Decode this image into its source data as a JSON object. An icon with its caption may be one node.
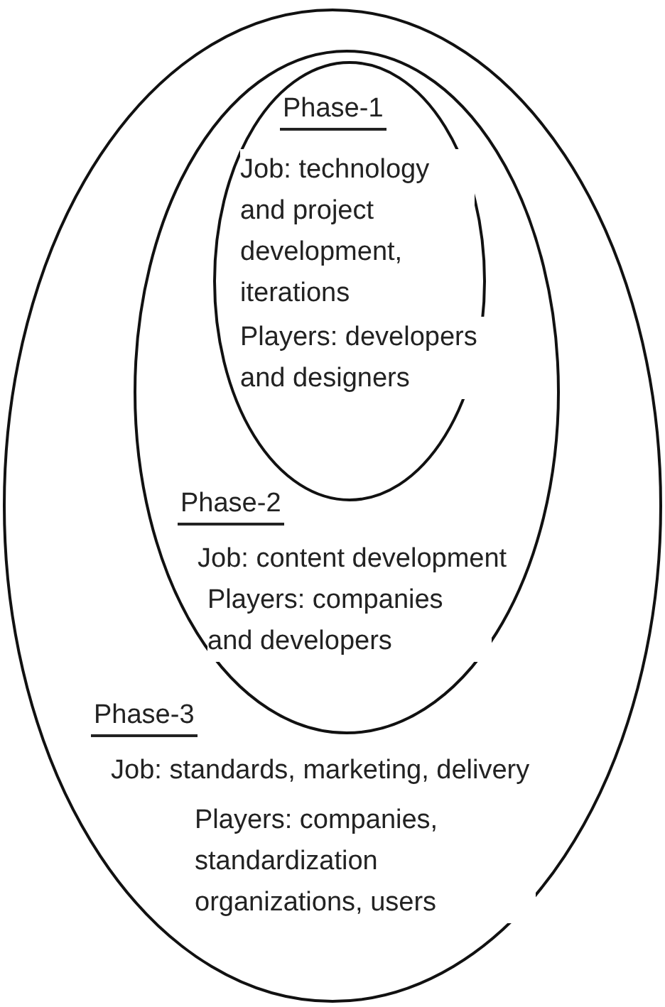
{
  "diagram": {
    "nodes": [
      {
        "text": [
          "Phase-3",
          "Job: standards, marketing, delivery",
          "Players: companies, standardization organizations, users"
        ]
      },
      {
        "text": [
          "Phase-2",
          "Job: content development",
          "Players: companies and developers"
        ],
        "in": 0
      },
      {
        "text": [
          "Phase-1",
          "Job: technology and project development, iterations",
          "Players: developers and designers"
        ],
        "in": 1
      }
    ]
  }
}
